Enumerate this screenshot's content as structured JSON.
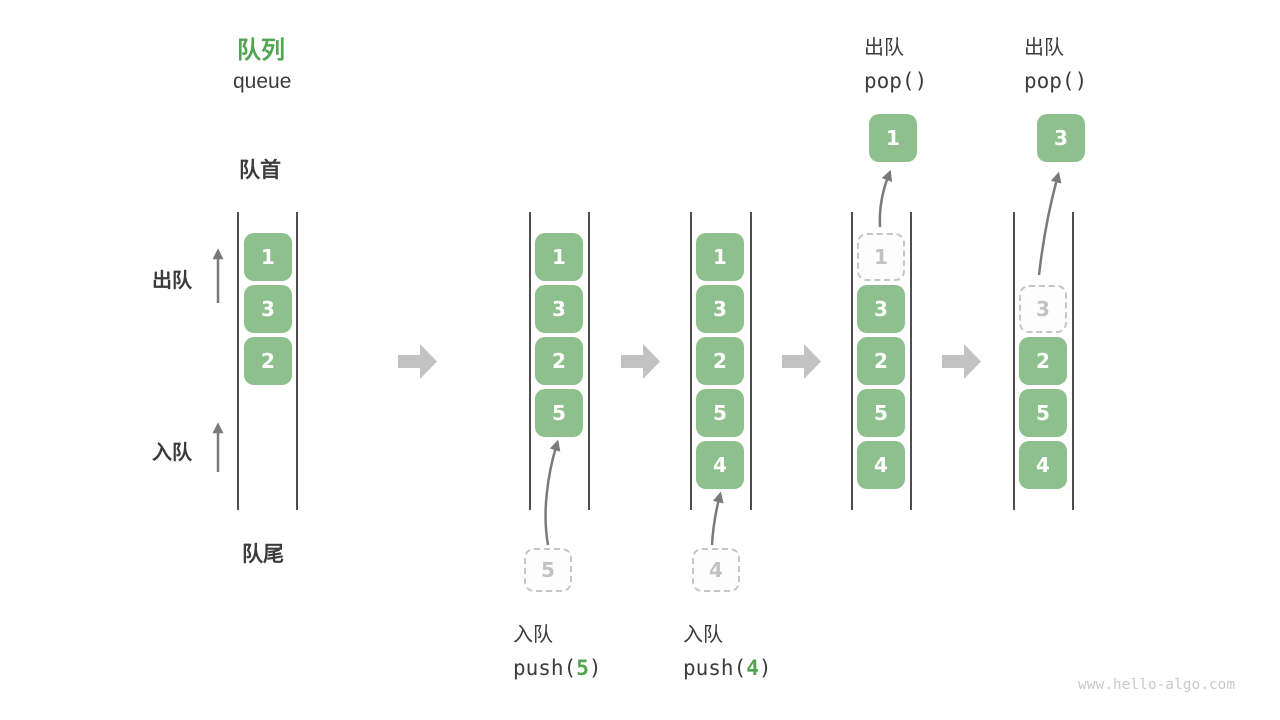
{
  "title": {
    "zh": "队列",
    "en": "queue"
  },
  "labels": {
    "front": "队首",
    "rear": "队尾",
    "dequeue": "出队",
    "enqueue": "入队"
  },
  "colors": {
    "box_green": "#8DC08D",
    "accent_green": "#52A352",
    "text_dark": "#3C3C3C",
    "rail_gray": "#4E4E4E",
    "arrow_gray": "#7A7A7A",
    "block_arrow_gray": "#C2C2C2",
    "dashed_gray": "#C6C6C6",
    "watermark_gray": "#C9C9C9"
  },
  "queues": [
    {
      "cells": [
        {
          "v": "1"
        },
        {
          "v": "3"
        },
        {
          "v": "2"
        }
      ]
    },
    {
      "cells": [
        {
          "v": "1"
        },
        {
          "v": "3"
        },
        {
          "v": "2"
        },
        {
          "v": "5"
        }
      ],
      "incoming_value": "5",
      "op": {
        "zh": "入队",
        "code_prefix": "push(",
        "arg": "5",
        "code_suffix": ")"
      }
    },
    {
      "cells": [
        {
          "v": "1"
        },
        {
          "v": "3"
        },
        {
          "v": "2"
        },
        {
          "v": "5"
        },
        {
          "v": "4"
        }
      ],
      "incoming_value": "4",
      "op": {
        "zh": "入队",
        "code_prefix": "push(",
        "arg": "4",
        "code_suffix": ")"
      }
    },
    {
      "cells": [
        {
          "v": "1",
          "dashed": true
        },
        {
          "v": "3"
        },
        {
          "v": "2"
        },
        {
          "v": "5"
        },
        {
          "v": "4"
        }
      ],
      "popped_value": "1",
      "op": {
        "zh": "出队",
        "code": "pop()"
      }
    },
    {
      "cells": [
        {
          "v": "3",
          "dashed": true
        },
        {
          "v": "2"
        },
        {
          "v": "5"
        },
        {
          "v": "4"
        }
      ],
      "popped_value": "3",
      "op": {
        "zh": "出队",
        "code": "pop()"
      }
    }
  ],
  "watermark": "www.hello-algo.com"
}
